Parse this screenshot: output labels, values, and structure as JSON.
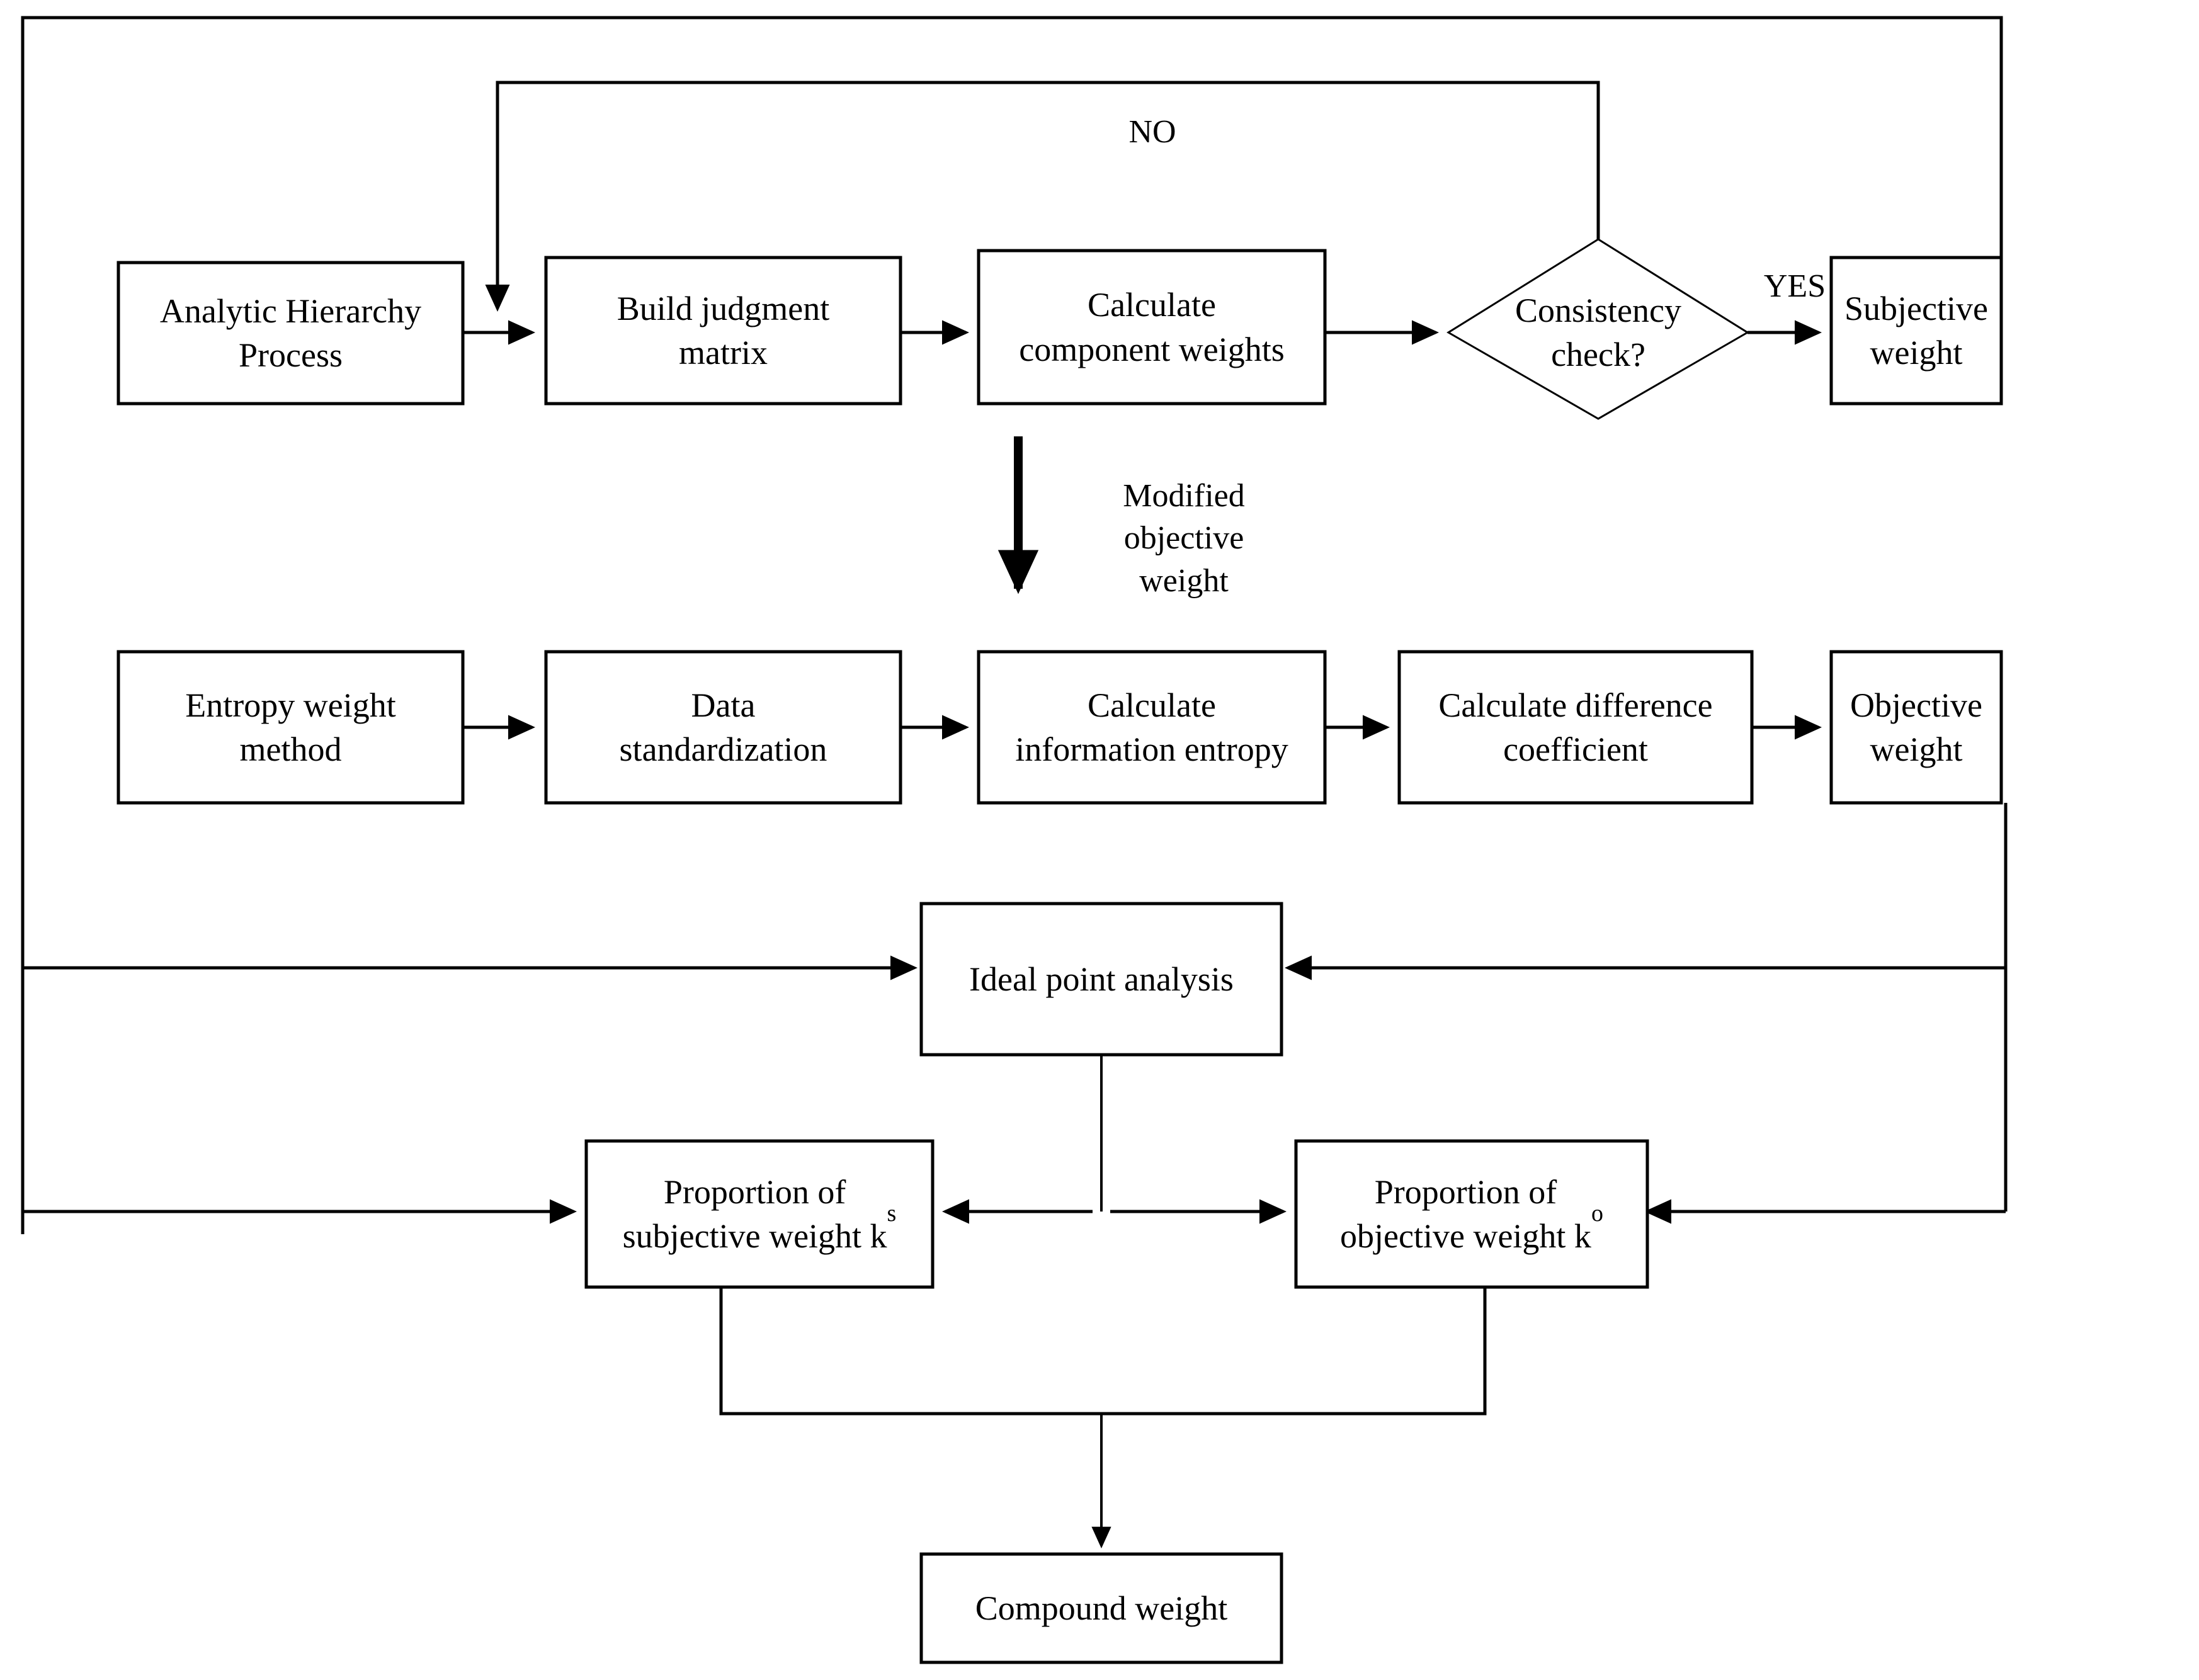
{
  "diagram": {
    "title": "Compound weight determination flowchart",
    "colors": {
      "stroke": "#000000",
      "fill": "#ffffff",
      "text": "#000000"
    },
    "nodes": {
      "ahp": {
        "label": "Analytic Hierarchy\nProcess",
        "shape": "rect"
      },
      "build_matrix": {
        "label": "Build  judgment\nmatrix",
        "shape": "rect"
      },
      "component_weights": {
        "label": "Calculate\ncomponent weights",
        "shape": "rect"
      },
      "consistency_check": {
        "label": "Consistency\ncheck?",
        "shape": "diamond"
      },
      "subjective_weight": {
        "label": "Subjective weight",
        "shape": "rect"
      },
      "entropy_weight": {
        "label": "Entropy weight\nmethod",
        "shape": "rect"
      },
      "data_standardization": {
        "label": "Data\nstandardization",
        "shape": "rect"
      },
      "information_entropy": {
        "label": "Calculate\ninformation entropy",
        "shape": "rect"
      },
      "difference_coefficient": {
        "label": "Calculate difference\ncoefficient",
        "shape": "rect"
      },
      "objective_weight": {
        "label": "Objective weight",
        "shape": "rect"
      },
      "ideal_point": {
        "label": "Ideal point analysis",
        "shape": "rect"
      },
      "proportion_subjective": {
        "label_main": "Proportion of\nsubjective weight k",
        "subscript": "s",
        "shape": "rect"
      },
      "proportion_objective": {
        "label_main": "Proportion of\nobjective weight k",
        "subscript": "o",
        "shape": "rect"
      },
      "compound_weight": {
        "label": "Compound weight",
        "shape": "rect"
      }
    },
    "edge_labels": {
      "no": "NO",
      "yes": "YES",
      "modified_objective_weight": "Modified\nobjective\nweight"
    }
  }
}
